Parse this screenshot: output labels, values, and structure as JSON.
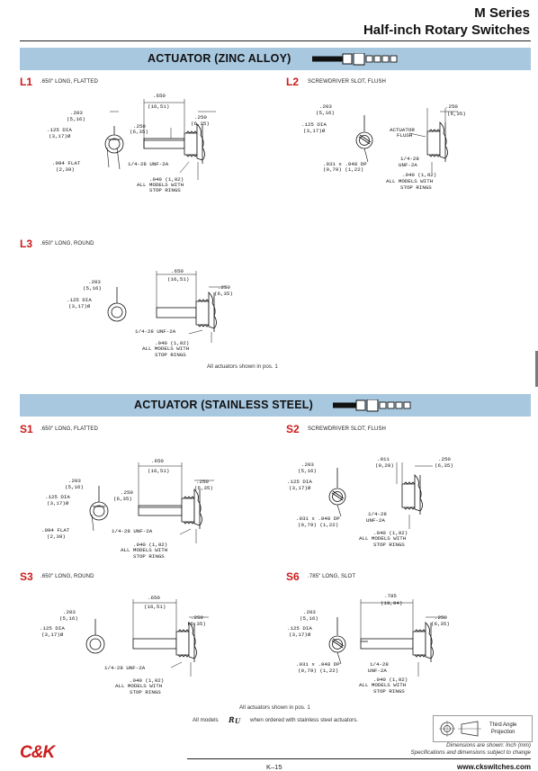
{
  "header": {
    "series": "M Series",
    "title": "Half-inch Rotary Switches"
  },
  "sections": [
    {
      "title": "ACTUATOR (ZINC ALLOY)"
    },
    {
      "title": "ACTUATOR (STAINLESS STEEL)"
    }
  ],
  "items": {
    "L1": {
      "code": "L1",
      "desc": ".650\" LONG, FLATTED"
    },
    "L2": {
      "code": "L2",
      "desc": "SCREWDRIVER SLOT, FLUSH"
    },
    "L3": {
      "code": "L3",
      "desc": ".650\" LONG, ROUND"
    },
    "S1": {
      "code": "S1",
      "desc": ".650\" LONG, FLATTED"
    },
    "S2": {
      "code": "S2",
      "desc": "SCREWDRIVER SLOT, FLUSH"
    },
    "S3": {
      "code": "S3",
      "desc": ".650\" LONG, ROUND"
    },
    "S6": {
      "code": "S6",
      "desc": ".785\" LONG, SLOT"
    }
  },
  "dims": {
    "d203": ".203",
    "d203mm": "(5,16)",
    "d125": ".125 DIA",
    "d125mm": "(3,17)Ø",
    "d094": ".094 FLAT",
    "d094mm": "(2,39)",
    "d650": ".650",
    "d650mm": "(16,51)",
    "d785": ".785",
    "d785mm": "(19,94)",
    "d250": ".250",
    "d250mm": "(6,35)",
    "d011": ".011",
    "d011mm": "(0,28)",
    "thread1": "1/4-28 UNF-2A",
    "thread2a": "1/4-28",
    "thread2b": "UNF-2A",
    "stop1": ".040 (1,02)",
    "stop2": "ALL MODELS WITH",
    "stop3": "STOP RINGS",
    "slot1": ".031 x .048 DP",
    "slot2": "(0,79) (1,22)",
    "flush1": "ACTUATOR",
    "flush2": "FLUSH"
  },
  "notes": {
    "pos1": "All actuators shown in pos. 1",
    "models_pre": "All models",
    "models_post": "when ordered with stainless steel actuators.",
    "projection_1": "Third Angle",
    "projection_2": "Projection",
    "dims_line": "Dimensions are shown: Inch (mm)",
    "spec_line": "Specifications and dimensions subject to change"
  },
  "footer": {
    "logo": "C&K",
    "page": "K–15",
    "website": "www.ckswitches.com"
  }
}
